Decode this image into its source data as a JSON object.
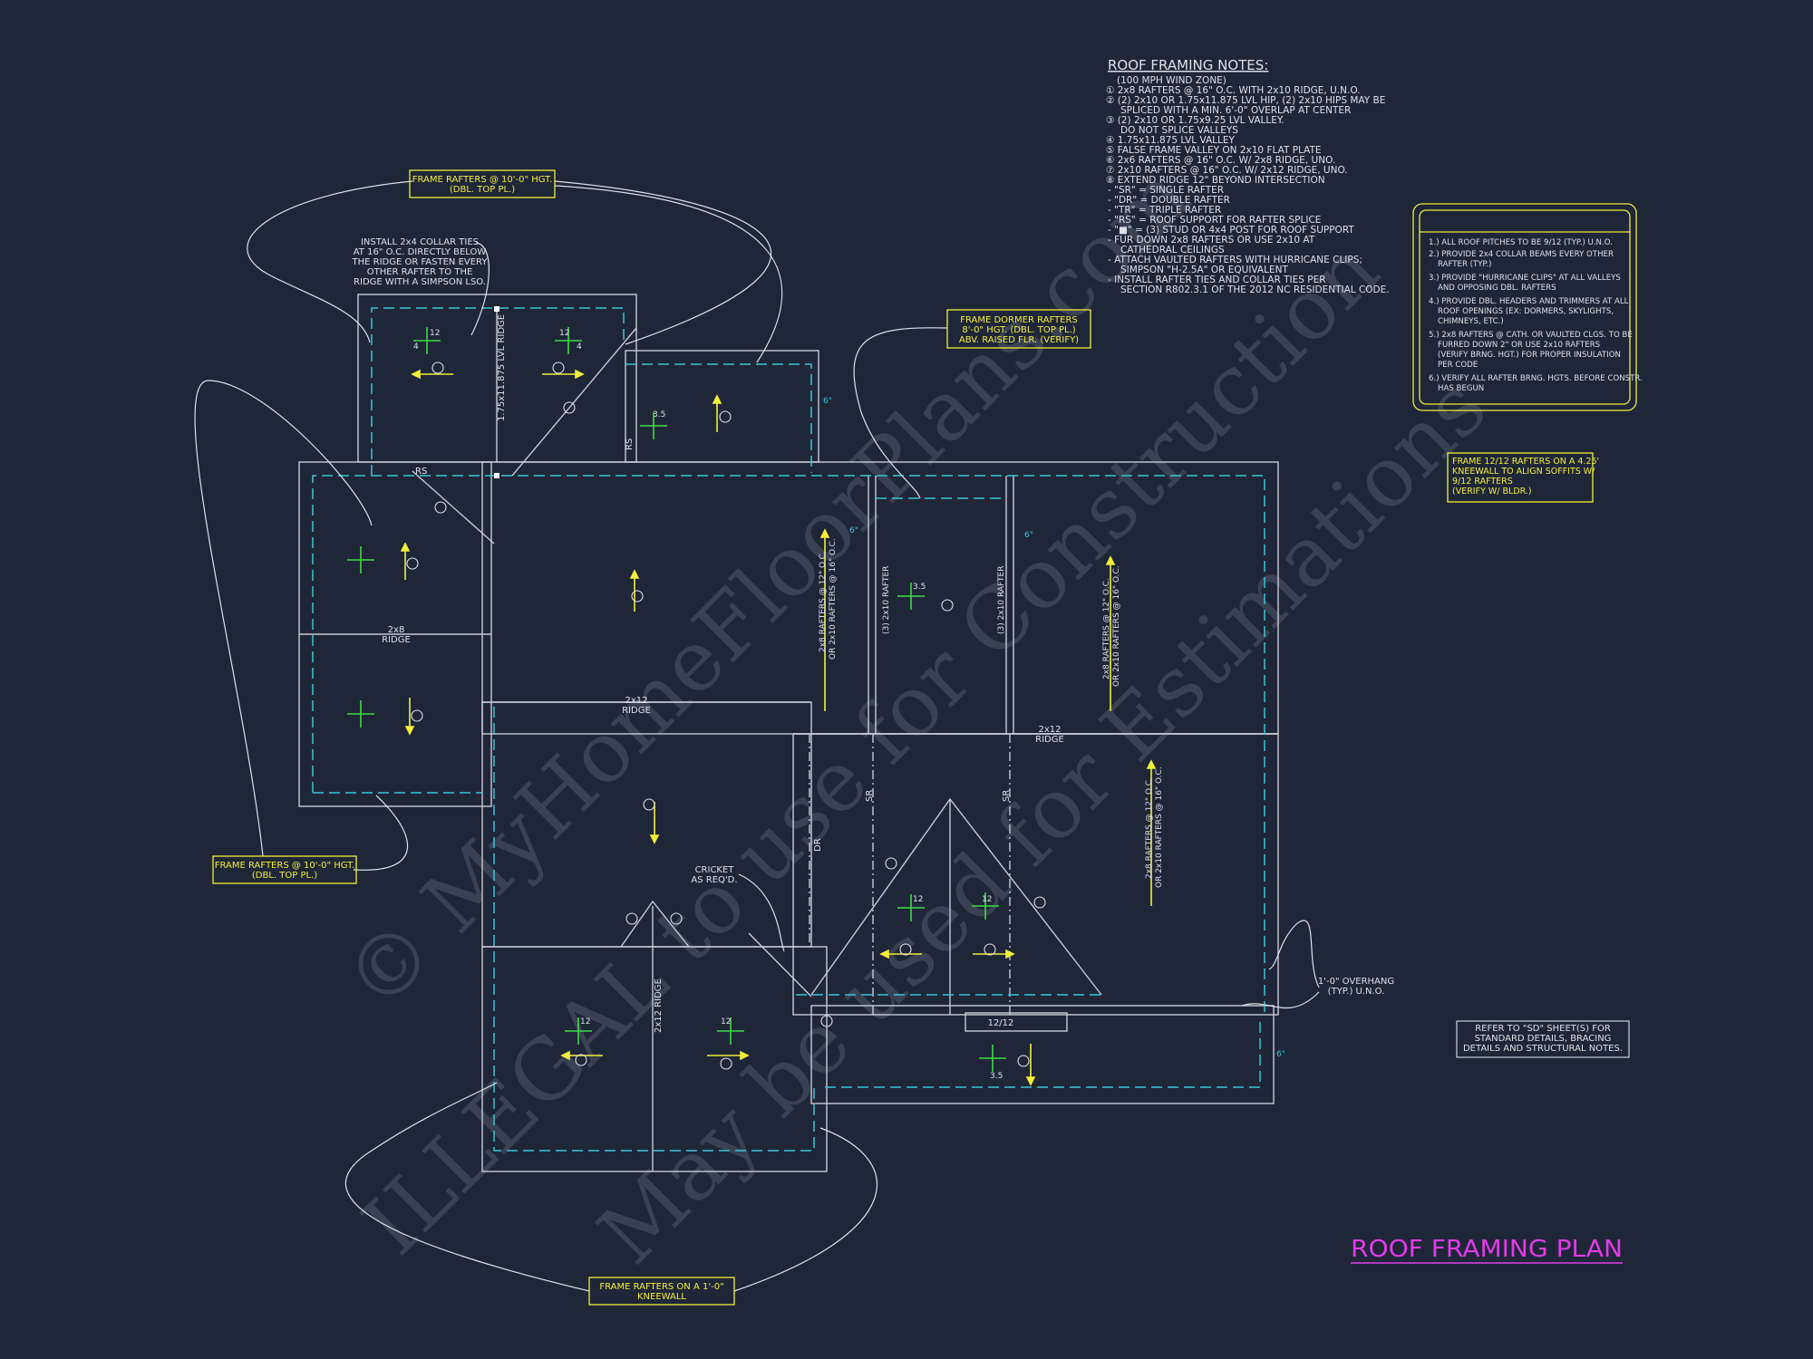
{
  "colors": {
    "background": "#1f2638",
    "outline": "#c9cbd6",
    "dashed": "#38c6d6",
    "label_yellow": "#f2ee3a",
    "pitch_green": "#3ddb43",
    "title_magenta": "#e23be8",
    "watermark": "#3a4152"
  },
  "notes": {
    "title": "ROOF FRAMING NOTES:",
    "lines": [
      "(100 MPH WIND ZONE)",
      "① 2x8 RAFTERS @ 16\" O.C. WITH 2x10 RIDGE, U.N.O.",
      "② (2) 2x10 OR 1.75x11.875 LVL HIP, (2) 2x10 HIPS MAY BE",
      "SPLICED WITH A MIN. 6'-0\" OVERLAP AT CENTER",
      "③ (2) 2x10 OR 1.75x9.25 LVL VALLEY.",
      "DO NOT SPLICE VALLEYS",
      "④ 1.75x11.875 LVL VALLEY",
      "⑤ FALSE FRAME VALLEY ON 2x10 FLAT PLATE",
      "⑥ 2x6 RAFTERS @ 16\" O.C. W/ 2x8 RIDGE, UNO.",
      "⑦ 2x10 RAFTERS @ 16\" O.C. W/ 2x12 RIDGE, UNO.",
      "⑧ EXTEND RIDGE 12\" BEYOND INTERSECTION",
      "- \"SR\" = SINGLE RAFTER",
      "- \"DR\" = DOUBLE RAFTER",
      "- \"TR\" = TRIPLE RAFTER",
      "- \"RS\" = ROOF SUPPORT FOR RAFTER SPLICE",
      "- \"■\" = (3) STUD OR 4x4 POST FOR ROOF SUPPORT",
      "- FUR DOWN 2x8 RAFTERS OR USE 2x10 AT",
      "CATHEDRAL CEILINGS",
      "- ATTACH VAULTED RAFTERS WITH HURRICANE CLIPS;",
      "SIMPSON \"H-2.5A\" OR EQUIVALENT",
      "- INSTALL RAFTER TIES AND COLLAR TIES PER",
      "SECTION R802.3.1 OF THE 2012 NC RESIDENTIAL CODE."
    ]
  },
  "general_notes": [
    "1.) ALL ROOF PITCHES TO BE 9/12 (TYP.) U.N.O.",
    "2.) PROVIDE 2x4 COLLAR BEAMS EVERY OTHER",
    "RAFTER (TYP.)",
    "3.) PROVIDE \"HURRICANE CLIPS\" AT ALL VALLEYS",
    "AND OPPOSING DBL. RAFTERS",
    "4.) PROVIDE DBL. HEADERS AND TRIMMERS AT ALL",
    "ROOF OPENINGS (EX: DORMERS, SKYLIGHTS,",
    "CHIMNEYS, ETC.)",
    "5.) 2x8 RAFTERS @ CATH. OR VAULTED CLGS. TO BE",
    "FURRED DOWN 2\" OR USE 2x10 RAFTERS",
    "(VERIFY BRNG. HGT.) FOR PROPER INSULATION",
    "PER CODE",
    "6.) VERIFY ALL RAFTER BRNG. HGTS. BEFORE CONSTR.",
    "HAS BEGUN"
  ],
  "callouts": {
    "top_left": [
      "FRAME RAFTERS @ 10'-0\" HGT.",
      "(DBL. TOP PL.)"
    ],
    "dormer": [
      "FRAME DORMER RAFTERS",
      "8'-0\" HGT. (DBL. TOP PL.)",
      "ABV. RAISED FLR. (VERIFY)"
    ],
    "left": [
      "FRAME RAFTERS @ 10'-0\" HGT.",
      "(DBL. TOP PL.)"
    ],
    "bottom": [
      "FRAME RAFTERS ON A 1'-0\"",
      "KNEEWALL"
    ],
    "right": [
      "FRAME 12/12 RAFTERS ON A 4.25'",
      "KNEEWALL TO ALIGN SOFFITS W/",
      "9/12 RAFTERS",
      "(VERIFY W/ BLDR.)"
    ]
  },
  "plan_text": {
    "collar": [
      "INSTALL 2x4 COLLAR TIES",
      "AT 16\" O.C. DIRECTLY BELOW",
      "THE RIDGE OR FASTEN EVERY",
      "OTHER RAFTER TO THE",
      "RIDGE WITH A SIMPSON LSO."
    ],
    "cricket": [
      "CRICKET",
      "AS REQ'D."
    ],
    "overhang": [
      "1'-0\" OVERHANG",
      "(TYP.) U.N.O."
    ],
    "refer": [
      "REFER TO \"SD\" SHEET(S) FOR",
      "STANDARD DETAILS, BRACING",
      "DETAILS AND STRUCTURAL NOTES."
    ],
    "lvl_ridge": "1.75x11.875 LVL RIDGE",
    "rs_top": "RS",
    "rs_side": "RS",
    "ridge_2x8": [
      "2x8",
      "RIDGE"
    ],
    "ridge_2x12_left": [
      "2x12",
      "RIDGE"
    ],
    "ridge_2x12_right": [
      "2x12",
      "RIDGE"
    ],
    "ridge_2x12_bottom": "2x12 RIDGE",
    "rafter_note_a": [
      "2x8 RAFTERS @ 12\" O.C.",
      "OR 2x10 RAFTERS @ 16\" O.C."
    ],
    "rafter_note_b": [
      "2x8 RAFTERS @ 12\" O.C.",
      "OR 2x10 RAFTERS @ 16\" O.C."
    ],
    "rafter_note_c": [
      "2x8 RAFTERS @ 12\" O.C.",
      "OR 2x10 RAFTERS @ 16\" O.C."
    ],
    "triple_2x10_a": "(3) 2x10 RAFTER",
    "triple_2x10_b": "(3) 2x10 RAFTER",
    "sr": "SR",
    "dr": "DR",
    "pitch_12_12": "12/12",
    "six_inch": "6\""
  },
  "plan_title": "ROOF FRAMING PLAN",
  "watermark": [
    "© MyHomeFloorPlans.com",
    "ILLEGAL to use for Construction",
    "May be used for Estimations"
  ]
}
